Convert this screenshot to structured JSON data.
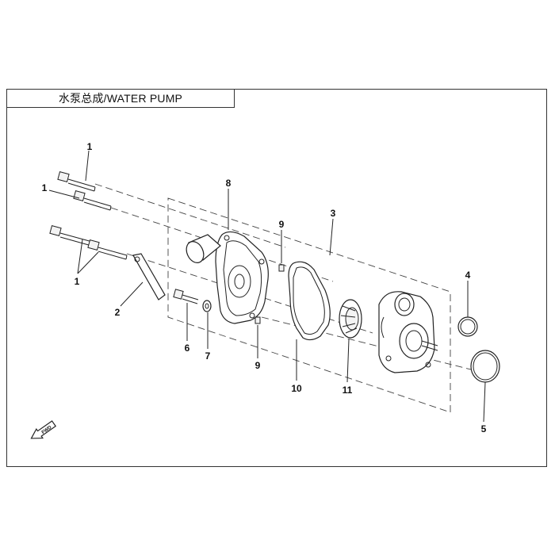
{
  "title": "水泵总成/WATER PUMP",
  "callouts": {
    "bolt_top_1": "1",
    "bolt_top_2": "1",
    "bolt_group": "1",
    "bracket": "2",
    "pump_assembly": "3",
    "o_ring_small": "4",
    "o_ring_large": "5",
    "bolt_short": "6",
    "washer": "7",
    "pump_cover": "8",
    "pin_upper": "9",
    "pin_lower": "9",
    "gasket": "10",
    "impeller": "11"
  },
  "fwd_icon_label": "FWD",
  "colors": {
    "line": "#222222",
    "frame": "#333333"
  }
}
